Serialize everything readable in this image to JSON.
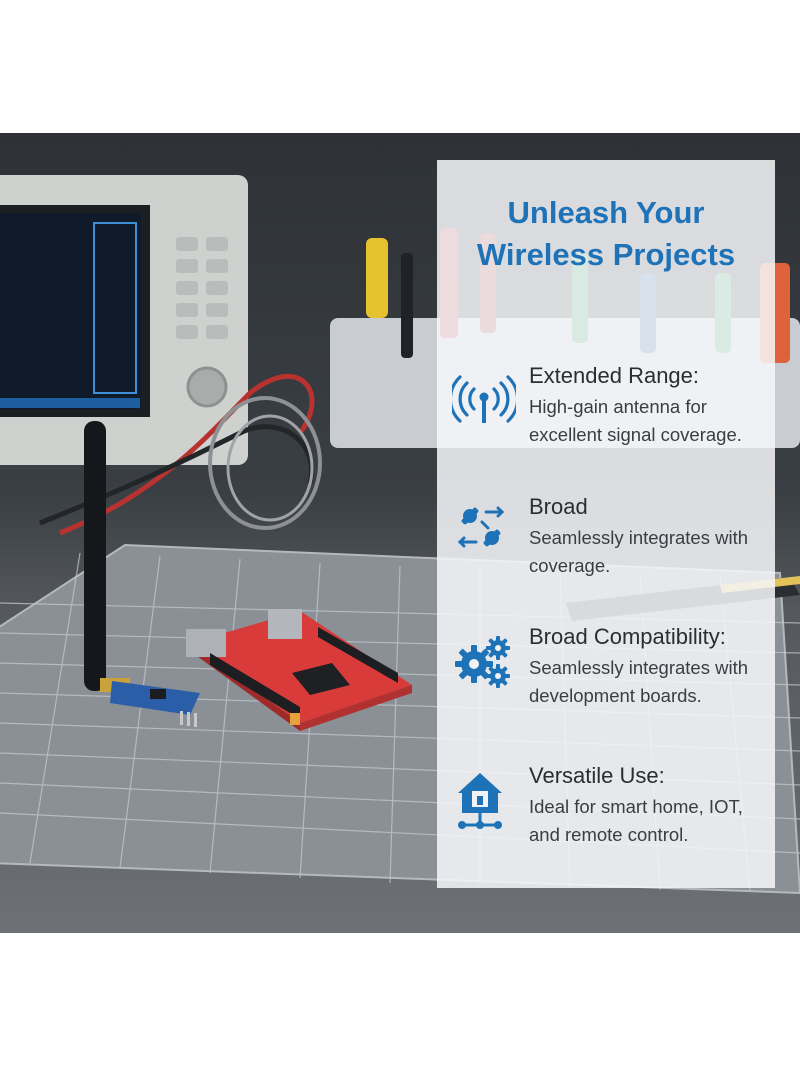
{
  "headline": {
    "line1": "Unleash Your",
    "line2": "Wireless Projects"
  },
  "features": [
    {
      "icon": "signal-antenna-icon",
      "title": "Extended Range:",
      "desc_line1": "High-gain antenna for",
      "desc_line2": "excellent signal coverage."
    },
    {
      "icon": "connection-nodes-icon",
      "title": "Broad",
      "desc_line1": "Seamlessly integrates with",
      "desc_line2": "coverage."
    },
    {
      "icon": "gears-icon",
      "title": "Broad Compatibility:",
      "desc_line1": "Seamlessly integrates with",
      "desc_line2": "development boards."
    },
    {
      "icon": "smart-home-network-icon",
      "title": "Versatile Use:",
      "desc_line1": "Ideal for smart home, IOT,",
      "desc_line2": "and remote control."
    }
  ],
  "colors": {
    "accent": "#1e73b8",
    "text": "#2a2d31",
    "board": "#d93a3a",
    "module": "#2a5ea8"
  }
}
